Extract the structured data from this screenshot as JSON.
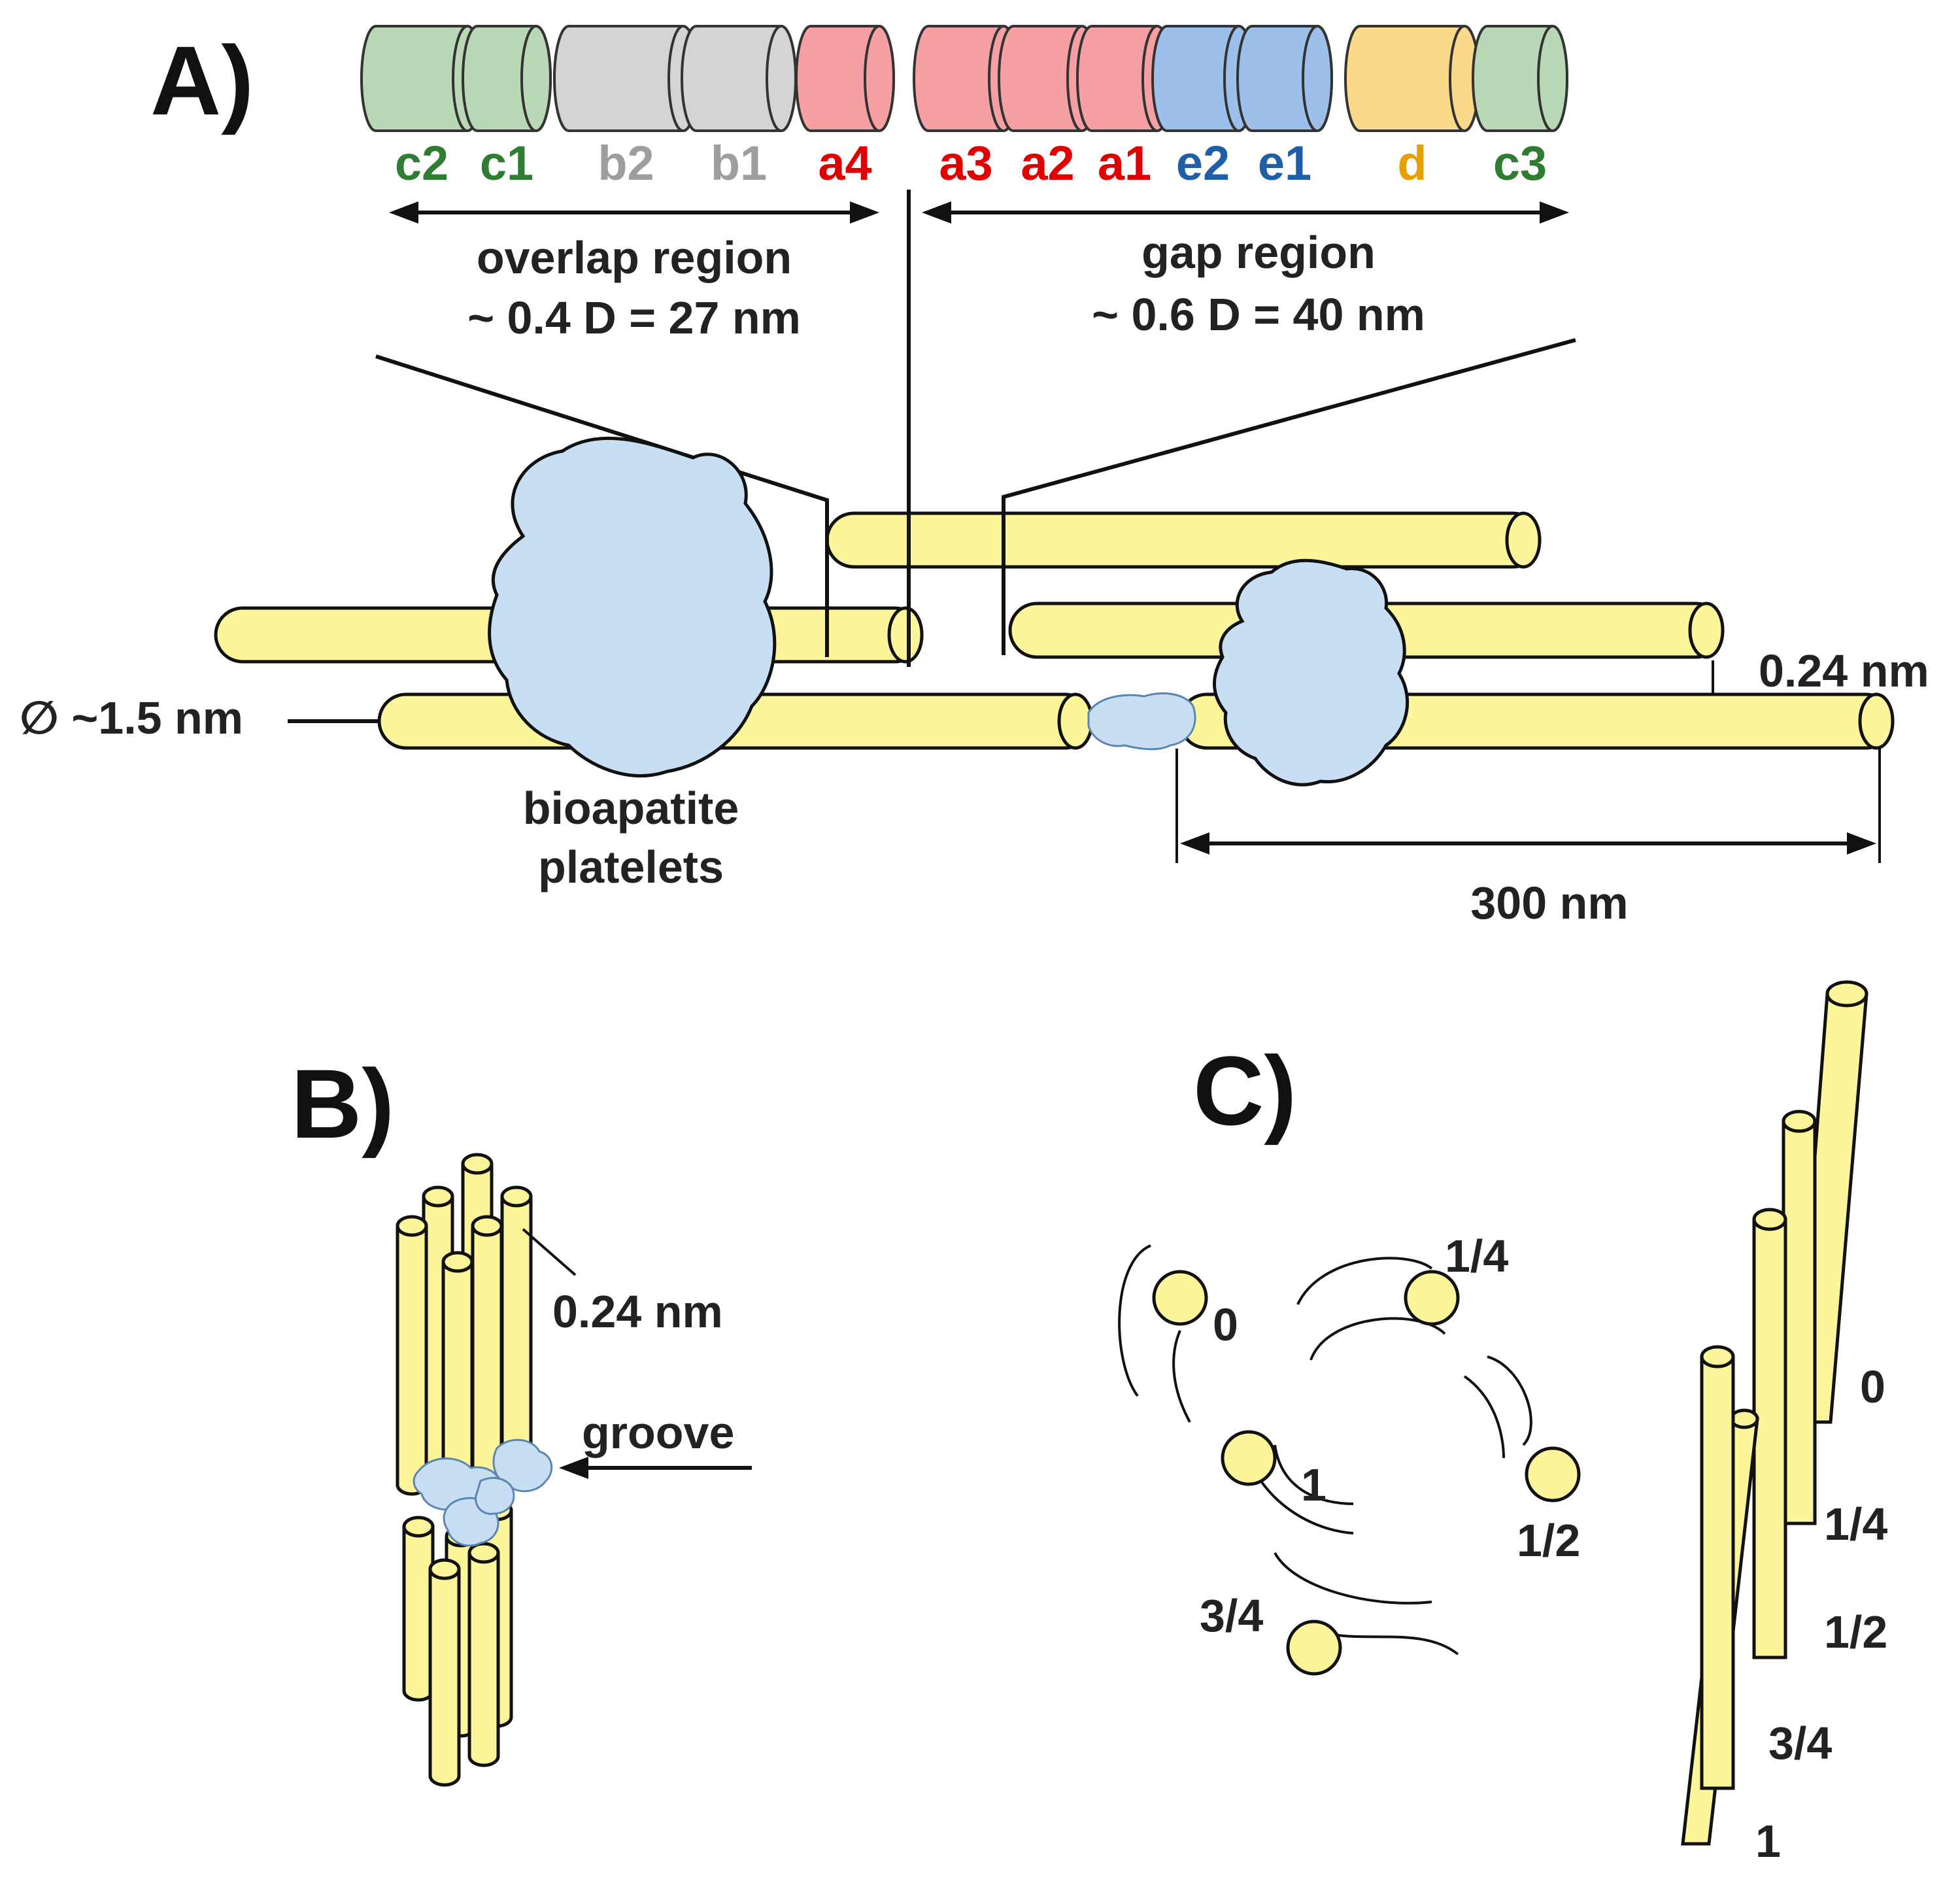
{
  "panels": {
    "a": "A)",
    "b": "B)",
    "c": "C)"
  },
  "segments": [
    {
      "label": "c2",
      "color": "#2e7d32",
      "fill": "#b9d8b5"
    },
    {
      "label": "c1",
      "color": "#2e7d32",
      "fill": "#b9d8b5"
    },
    {
      "label": "b2",
      "color": "#9e9e9e",
      "fill": "#d4d4d4"
    },
    {
      "label": "b1",
      "color": "#9e9e9e",
      "fill": "#d4d4d4"
    },
    {
      "label": "a4",
      "color": "#e00000",
      "fill": "#f6a0a4"
    },
    {
      "label": "a3",
      "color": "#e00000",
      "fill": "#f6a0a4"
    },
    {
      "label": "a2",
      "color": "#e00000",
      "fill": "#f6a0a4"
    },
    {
      "label": "a1",
      "color": "#e00000",
      "fill": "#f6a0a4"
    },
    {
      "label": "e2",
      "color": "#1e5fa8",
      "fill": "#9cc0ea"
    },
    {
      "label": "e1",
      "color": "#1e5fa8",
      "fill": "#9cc0ea"
    },
    {
      "label": "d",
      "color": "#e6a000",
      "fill": "#fbd98a"
    },
    {
      "label": "c3",
      "color": "#2e7d32",
      "fill": "#b9d8b5"
    }
  ],
  "regions": {
    "overlap": {
      "line1": "overlap region",
      "line2": "~ 0.4 D = 27 nm"
    },
    "gap": {
      "line1": "gap region",
      "line2": "~ 0.6 D = 40 nm"
    }
  },
  "labels": {
    "diameter": "∅ ~1.5 nm",
    "spacing_a": "0.24 nm",
    "platelets_1": "bioapatite",
    "platelets_2": "platelets",
    "length": "300 nm",
    "spacing_b": "0.24 nm",
    "groove": "groove"
  },
  "stagger_labels": [
    "0",
    "1/4",
    "1/2",
    "3/4",
    "1"
  ],
  "colors": {
    "rod": "#fdf59a",
    "platelet": "#c8def2",
    "line": "#111111"
  }
}
